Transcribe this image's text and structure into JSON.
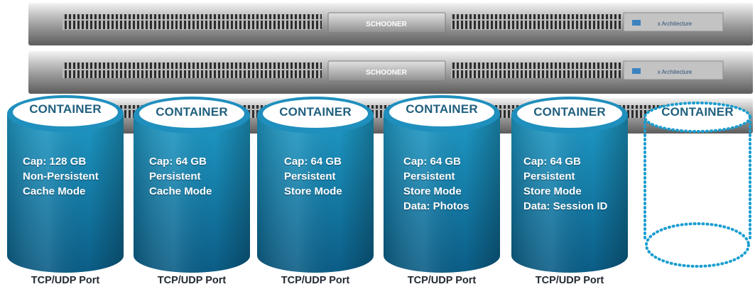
{
  "server": {
    "units": [
      {
        "badge": "SCHOONER",
        "vendor": "x Architecture"
      },
      {
        "badge": "SCHOONER",
        "vendor": "x Architecture"
      }
    ]
  },
  "colors": {
    "cylinder_top": "#1e9ac6",
    "cylinder_bottom": "#0b5d86",
    "cylinder_rim": "#ffffff",
    "title_text": "#21607f",
    "dotted_outline": "#1b9ed0"
  },
  "containers": [
    {
      "title": "CONTAINER",
      "lines": [
        "Cap: 128 GB",
        "Non-Persistent",
        "Cache Mode"
      ],
      "port": "TCP/UDP Port"
    },
    {
      "title": "CONTAINER",
      "lines": [
        "Cap: 64 GB",
        "Persistent",
        "Cache Mode"
      ],
      "port": "TCP/UDP Port"
    },
    {
      "title": "CONTAINER",
      "lines": [
        "Cap: 64 GB",
        "Persistent",
        "Store Mode"
      ],
      "port": "TCP/UDP Port"
    },
    {
      "title": "CONTAINER",
      "lines": [
        "Cap: 64 GB",
        "Persistent",
        "Store Mode",
        "Data: Photos"
      ],
      "port": "TCP/UDP Port"
    },
    {
      "title": "CONTAINER",
      "lines": [
        "Cap: 64 GB",
        "Persistent",
        "Store Mode",
        "Data: Session ID"
      ],
      "port": "TCP/UDP Port"
    }
  ],
  "placeholder": {
    "title": "CONTAINER"
  }
}
